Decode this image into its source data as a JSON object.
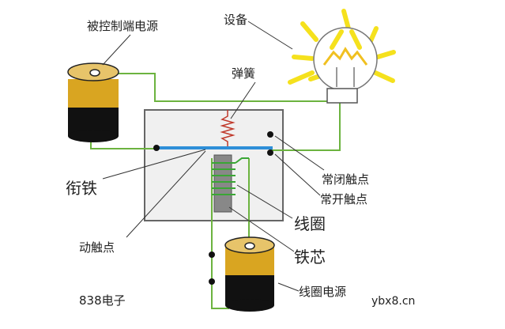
{
  "labels": {
    "controlled_power": "被控制端电源",
    "device": "设备",
    "spring": "弹簧",
    "armature": "衔铁",
    "nc_contact": "常闭触点",
    "no_contact": "常开触点",
    "coil": "线圈",
    "moving_contact": "动触点",
    "iron_core": "铁芯",
    "coil_power": "线圈电源",
    "brand": "838电子",
    "watermark": "ybx8.cn"
  },
  "colors": {
    "wire": "#6cb33f",
    "armature_bar": "#2f8fd8",
    "battery_top": "#d9a521",
    "battery_bottom": "#111111",
    "bulb_rays": "#f5e11d",
    "box_border": "#666666",
    "box_fill": "#f0f0f0"
  },
  "icons": {
    "battery_top": "battery-icon",
    "battery_bottom": "battery-icon",
    "bulb": "light-bulb-icon"
  }
}
